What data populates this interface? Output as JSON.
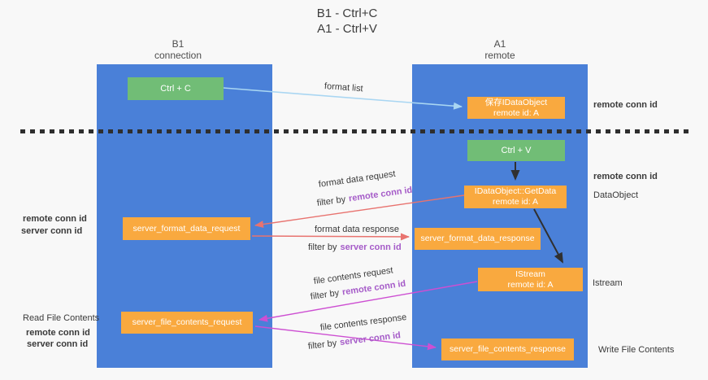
{
  "title": {
    "line1": "B1 - Ctrl+C",
    "line2": "A1 - Ctrl+V"
  },
  "columns": {
    "left": {
      "name": "B1",
      "subtitle": "connection"
    },
    "right": {
      "name": "A1",
      "subtitle": "remote"
    }
  },
  "boxes": {
    "ctrl_c": {
      "label": "Ctrl + C"
    },
    "save_idataobject": {
      "line1": "保存IDataObject",
      "line2": "remote id: A"
    },
    "ctrl_v": {
      "label": "Ctrl + V"
    },
    "getdata": {
      "line1": "IDataObject::GetData",
      "line2": "remote id: A"
    },
    "server_format_data_request": {
      "label": "server_format_data_request"
    },
    "server_format_data_response": {
      "label": "server_format_data_response"
    },
    "istream": {
      "line1": "IStream",
      "line2": "remote id: A"
    },
    "server_file_contents_request": {
      "label": "server_file_contents_request"
    },
    "server_file_contents_response": {
      "label": "server_file_contents_response"
    }
  },
  "arrow_labels": {
    "format_list": "format list",
    "format_data_request": "format data request",
    "format_data_response": "format data response",
    "file_contents_request": "file contents request",
    "file_contents_response": "file contents response",
    "filter_by": "filter by",
    "remote_conn_id": "remote conn id",
    "server_conn_id": "server conn id"
  },
  "side_labels": {
    "remote_conn_id": "remote conn id",
    "server_conn_id": "server conn id",
    "dataobject": "DataObject",
    "istream": "Istream",
    "read_file_contents": "Read File Contents",
    "write_file_contents": "Write File Contents"
  },
  "colors": {
    "column_blue": "#4a80d8",
    "box_green": "#71bd76",
    "box_orange": "#f9a93f",
    "purple_text": "#a55bc8",
    "green_text": "#6cbf70",
    "arrow_blue": "#a9d6f2",
    "arrow_red": "#e8736f",
    "arrow_magenta": "#cd4fd2",
    "arrow_black": "#303030"
  }
}
